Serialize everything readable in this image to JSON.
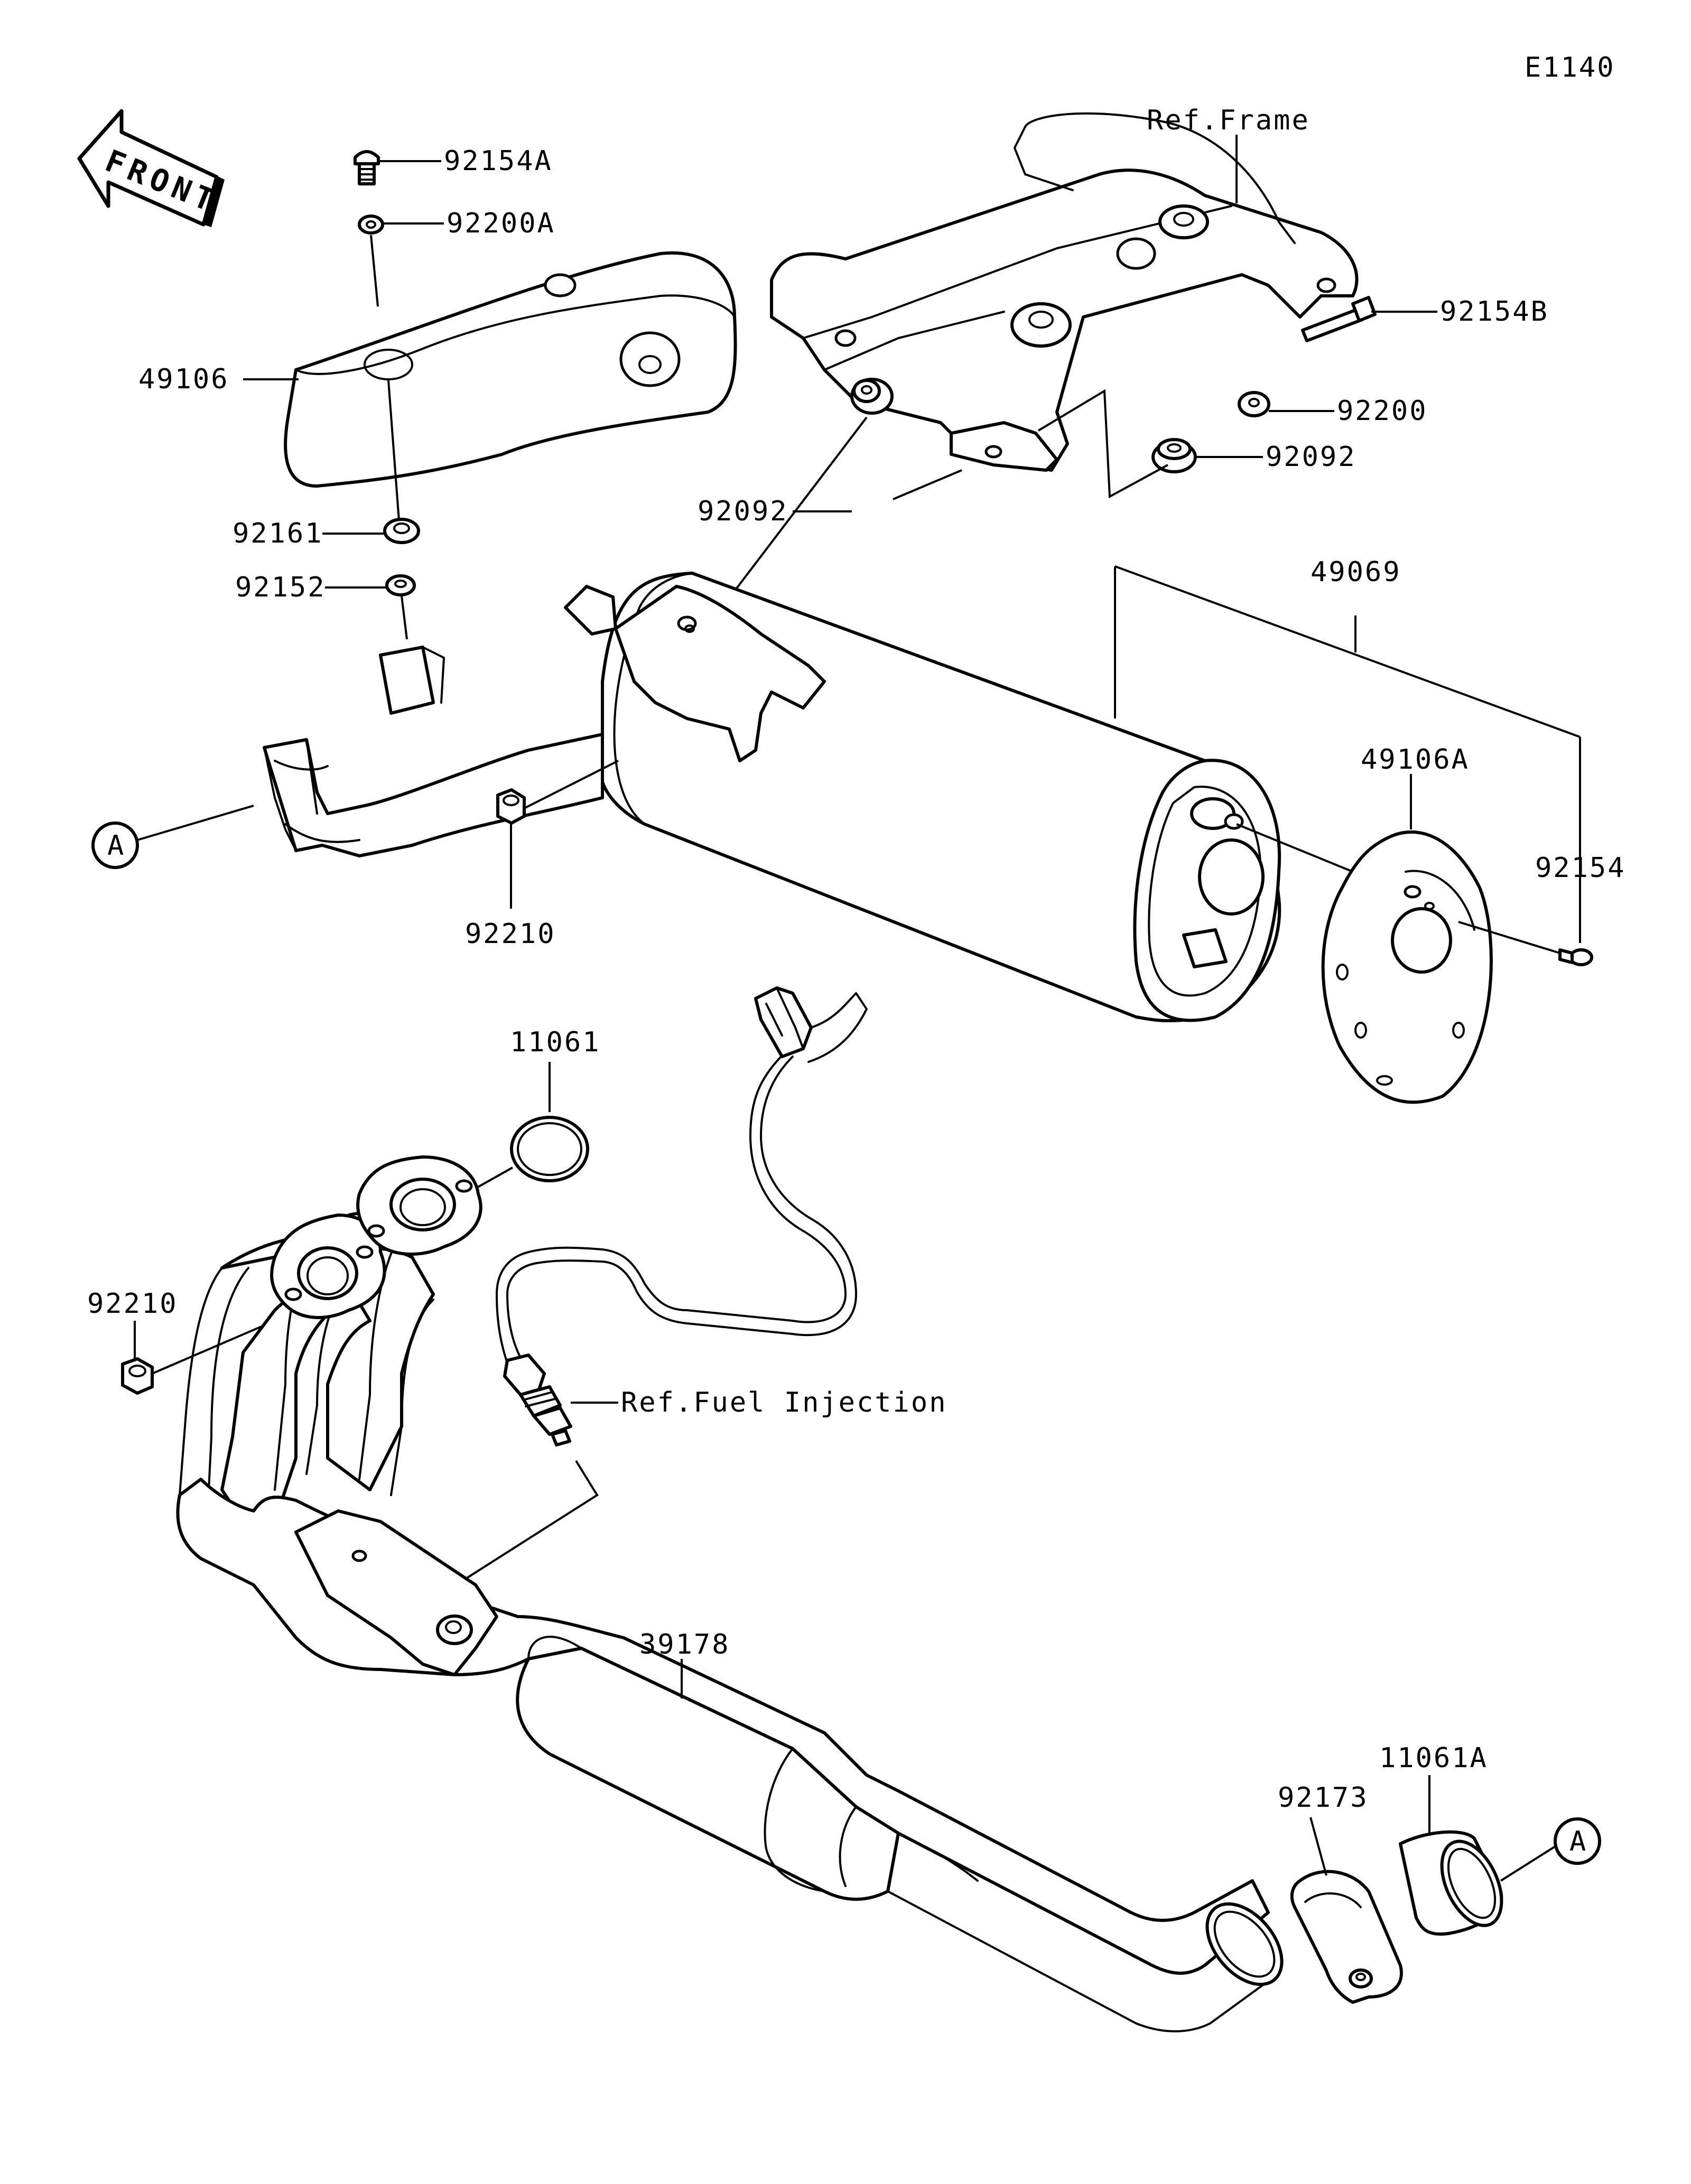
{
  "diagram": {
    "code": "E1140",
    "direction": "FRONT",
    "refs": {
      "frame": "Ref.Frame",
      "fuel_injection": "Ref.Fuel Injection"
    },
    "callout": "A",
    "parts": {
      "p92154A": "92154A",
      "p92200A": "92200A",
      "p49106": "49106",
      "p92161": "92161",
      "p92152": "92152",
      "p92154B": "92154B",
      "p92200": "92200",
      "p92092_right": "92092",
      "p92092_left": "92092",
      "p49069": "49069",
      "p49106A": "49106A",
      "p92154": "92154",
      "p92210_top": "92210",
      "p11061": "11061",
      "p92210_left": "92210",
      "p39178": "39178",
      "p92173": "92173",
      "p11061A": "11061A"
    }
  }
}
